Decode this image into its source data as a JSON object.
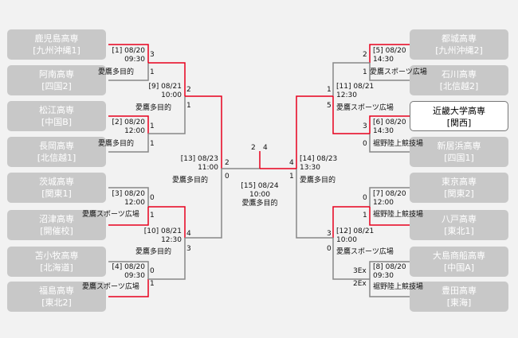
{
  "teams_left": [
    {
      "name": "鹿児島高専",
      "region": "[九州沖縄1]"
    },
    {
      "name": "阿南高専",
      "region": "[四国2]"
    },
    {
      "name": "松江高専",
      "region": "[中国B]"
    },
    {
      "name": "長岡高専",
      "region": "[北信越1]"
    },
    {
      "name": "茨城高専",
      "region": "[関東1]"
    },
    {
      "name": "沼津高専",
      "region": "[開催校]"
    },
    {
      "name": "苫小牧高専",
      "region": "[北海道]"
    },
    {
      "name": "福島高専",
      "region": "[東北2]"
    }
  ],
  "teams_right": [
    {
      "name": "都城高専",
      "region": "[九州沖縄2]"
    },
    {
      "name": "石川高専",
      "region": "[北信越2]"
    },
    {
      "name": "近畿大学高専",
      "region": "[関西]"
    },
    {
      "name": "新居浜高専",
      "region": "[四国1]"
    },
    {
      "name": "東京高専",
      "region": "[関東2]"
    },
    {
      "name": "八戸高専",
      "region": "[東北1]"
    },
    {
      "name": "大島商船高専",
      "region": "[中国A]"
    },
    {
      "name": "豊田高専",
      "region": "[東海]"
    }
  ],
  "matches": {
    "m1": {
      "date": "[1] 08/20",
      "time": "09:30",
      "venue": "愛鷹多目的"
    },
    "m2": {
      "date": "[2] 08/20",
      "time": "12:00",
      "venue": "愛鷹多目的"
    },
    "m3": {
      "date": "[3] 08/20",
      "time": "12:00",
      "venue": "愛鷹スポーツ広場"
    },
    "m4": {
      "date": "[4] 08/20",
      "time": "09:30",
      "venue": "愛鷹スポーツ広場"
    },
    "m5": {
      "date": "[5] 08/20",
      "time": "14:30",
      "venue": "愛鷹スポーツ広場"
    },
    "m6": {
      "date": "[6] 08/20",
      "time": "14:30",
      "venue": "裾野陸上競技場"
    },
    "m7": {
      "date": "[7] 08/20",
      "time": "12:00",
      "venue": "裾野陸上競技場"
    },
    "m8": {
      "date": "[8] 08/20",
      "time": "09:30",
      "venue": "裾野陸上競技場"
    },
    "m9": {
      "date": "[9] 08/21",
      "time": "10:00",
      "venue": "愛鷹多目的"
    },
    "m10": {
      "date": "[10] 08/21",
      "time": "12:30",
      "venue": "愛鷹多目的"
    },
    "m11": {
      "date": "[11] 08/21",
      "time": "12:30",
      "venue": "愛鷹スポーツ広場"
    },
    "m12": {
      "date": "[12] 08/21",
      "time": "10:00",
      "venue": "愛鷹スポーツ広場"
    },
    "m13": {
      "date": "[13] 08/23",
      "time": "11:00",
      "venue": "愛鷹多目的"
    },
    "m14": {
      "date": "[14] 08/23",
      "time": "13:30",
      "venue": "愛鷹多目的"
    },
    "m15": {
      "date": "[15] 08/24",
      "time": "10:00",
      "venue": "愛鷹多目的"
    }
  },
  "scores": {
    "m1_top": "3",
    "m1_bot": "1",
    "m2_top": "1",
    "m2_bot": "1",
    "m3_top": "0",
    "m3_bot": "1",
    "m4_top": "0",
    "m4_bot": "1",
    "m5_top": "2",
    "m5_bot": "1",
    "m6_top": "3",
    "m6_bot": "0",
    "m7_top": "0",
    "m7_bot": "1",
    "m8_top": "3Ex",
    "m8_bot": "2Ex",
    "m9_top": "2",
    "m9_bot": "1",
    "m10_top": "4",
    "m10_bot": "3",
    "m11_top": "1",
    "m11_bot": "5",
    "m12_top": "3",
    "m12_bot": "0",
    "m13_top": "2",
    "m13_bot": "0",
    "m14_top": "4",
    "m14_bot": "1",
    "final_left": "2",
    "final_right": "4"
  },
  "colors": {
    "win_line": "#e8001c",
    "line": "#888888"
  }
}
